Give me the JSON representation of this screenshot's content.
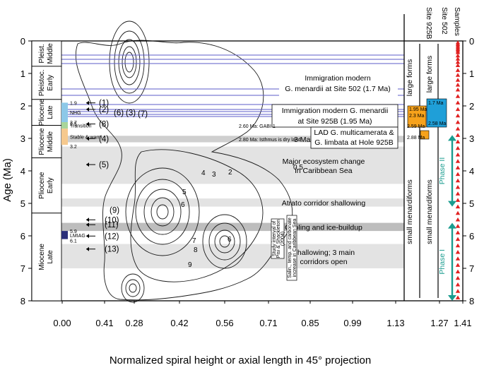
{
  "chart_data": {
    "type": "scatter",
    "title": "",
    "xlabel": "Normalized spiral height or axial length in 45° projection",
    "ylabel": "Age (Ma)",
    "x_tick_labels": [
      "0.00",
      "0.41",
      "0.28",
      "0.42",
      "0.56",
      "0.71",
      "0.85",
      "0.99",
      "1.13",
      "1.27",
      "1.41"
    ],
    "y_ticks": [
      0,
      1,
      2,
      3,
      4,
      5,
      6,
      7,
      8
    ],
    "ylim": [
      0,
      8
    ],
    "y_inverted": true,
    "epochs": [
      {
        "label": "Pleist. Middle",
        "top": 0.0,
        "bottom": 0.78,
        "lines": [
          "Pleist.",
          "Middle"
        ]
      },
      {
        "label": "Pleistoc. Early",
        "top": 0.78,
        "bottom": 1.8,
        "lines": [
          "Pleistoc.",
          "Early"
        ]
      },
      {
        "label": "Pliocene Late",
        "top": 1.8,
        "bottom": 2.6,
        "lines": [
          "Pliocene",
          "Late"
        ]
      },
      {
        "label": "Pliocene Middle",
        "top": 2.6,
        "bottom": 3.6,
        "lines": [
          "Pliocene",
          "Middle"
        ]
      },
      {
        "label": "Pliocene Early",
        "top": 3.6,
        "bottom": 5.3,
        "lines": [
          "Pliocene",
          "Early"
        ]
      },
      {
        "label": "Miocene Late",
        "top": 5.3,
        "bottom": 8.0,
        "lines": [
          "Miocene",
          "Late"
        ]
      }
    ],
    "climate_intervals": [
      {
        "label": "NHG",
        "value_top": "1.9",
        "value_bottom": "2.5",
        "top": 1.9,
        "bottom": 2.5,
        "color": "#8dc8e8"
      },
      {
        "label": "Transition",
        "value_top": "2.7",
        "top": 2.5,
        "bottom": 2.7,
        "color": "#a8d59a"
      },
      {
        "label": "Stable & warm",
        "value_bottom": "3.2",
        "top": 2.7,
        "bottom": 3.2,
        "color": "#f6c98e"
      },
      {
        "label": "LMIAG",
        "value_top": "5.9",
        "value_bottom": "6.1",
        "top": 5.85,
        "bottom": 6.1,
        "color": "#2b2f7a"
      }
    ],
    "bands": [
      {
        "label": "3 Ma: CAS closed",
        "top": 2.92,
        "bottom": 3.12,
        "shade": "#cfcfcf"
      },
      {
        "label": "Major ecosystem change in Caribbean Sea",
        "lines": [
          "Major ecosystem change",
          "in Caribbean Sea"
        ],
        "top": 3.25,
        "bottom": 4.4,
        "shade": "#e3e3e3"
      },
      {
        "label": "Atrato corridor shallowing",
        "top": 4.85,
        "bottom": 5.1,
        "shade": "#e3e3e3"
      },
      {
        "label": "Cooling and ice-buildup",
        "top": 5.6,
        "bottom": 5.85,
        "shade": "#bdbdbd"
      },
      {
        "label": "Shallowing; 3 main corridors open",
        "lines": [
          "Shallowing; 3 main",
          "corridors open"
        ],
        "top": 6.25,
        "bottom": 7.0,
        "shade": "#e3e3e3"
      }
    ],
    "events": [
      {
        "label": "(1)",
        "age": 1.95
      },
      {
        "label": "(2)",
        "age": 2.15
      },
      {
        "label": "(3)",
        "age": 2.25
      },
      {
        "label": "(6)",
        "age": 2.25
      },
      {
        "label": "(7)",
        "age": 2.28
      },
      {
        "label": "(8)",
        "age": 2.6
      },
      {
        "label": "(4)",
        "age": 3.05
      },
      {
        "label": "(5)",
        "age": 3.85
      },
      {
        "label": "(9)",
        "age": 5.25
      },
      {
        "label": "(10)",
        "age": 5.55
      },
      {
        "label": "(11)",
        "age": 5.7
      },
      {
        "label": "(12)",
        "age": 6.05
      },
      {
        "label": "(13)",
        "age": 6.45
      }
    ],
    "annotations": [
      {
        "lines": [
          "Immigration modern",
          "G. menardii at Site 502 (1.7 Ma)"
        ],
        "age": 1.6
      },
      {
        "lines": [
          "Immigration modern G. menardii",
          "at Site 925B (1.95 Ma)"
        ],
        "age": 2.05
      },
      {
        "lines": [
          "LAD G. multicamerata &",
          "G. limbata at Hole 925B"
        ],
        "age": 2.7
      },
      {
        "text": "2.60 Ma: GABI 1",
        "age": 2.55
      },
      {
        "text": "2.80 Ma: Isthmus is dry land",
        "age": 2.85
      },
      {
        "lines": [
          "Study interval of",
          "Pisi & Shackleton",
          "(2004)"
        ],
        "age": 5.5
      },
      {
        "lines": [
          "Salin., temp. and carbonate",
          "increase in Caribbean Sea"
        ],
        "age": 5.4
      }
    ],
    "contour_labels": [
      "0.5",
      "2",
      "3",
      "4",
      "5",
      "6",
      "6",
      "7",
      "8",
      "9"
    ],
    "site_columns": [
      {
        "name": "Site 925B",
        "upper": "large forms",
        "lower": "small menardiforms",
        "ages": [
          "1.95 Ma",
          "2.3 Ma",
          "2.59 Ma",
          "2.88 Ma"
        ],
        "color": "#f7a21b"
      },
      {
        "name": "Site 502",
        "upper": "large forms",
        "lower": "small menardiforms",
        "ages": [
          "1.7 Ma",
          "2.58 Ma"
        ],
        "color": "#1f9fd8"
      }
    ],
    "samples_label": "Samples",
    "sample_ages": [
      0.05,
      0.1,
      0.15,
      0.2,
      0.25,
      0.3,
      0.35,
      0.45,
      0.55,
      0.65,
      0.75,
      0.9,
      1.05,
      1.2,
      1.35,
      1.5,
      1.7,
      1.9,
      2.1,
      2.3,
      2.5,
      2.7,
      2.9,
      3.1,
      3.3,
      3.5,
      3.7,
      3.9,
      4.1,
      4.3,
      4.5,
      4.7,
      4.9,
      5.1,
      5.3,
      5.5,
      5.7,
      5.9,
      6.1,
      6.3,
      6.5,
      6.7,
      6.9,
      7.1,
      7.3,
      7.5,
      7.7,
      7.9
    ],
    "phases": [
      {
        "label": "Phase II",
        "top": 2.9,
        "bottom": 5.1
      },
      {
        "label": "Phase I",
        "top": 5.6,
        "bottom": 8.0
      }
    ],
    "grid": false,
    "colors": {
      "band_light": "#e3e3e3",
      "band_dark": "#bdbdbd",
      "phase": "#1a9c8f",
      "sample": "#e02020",
      "site_502": "#1f9fd8",
      "site_925b": "#f7a21b",
      "horizon_line": "#5b5bc8"
    }
  }
}
